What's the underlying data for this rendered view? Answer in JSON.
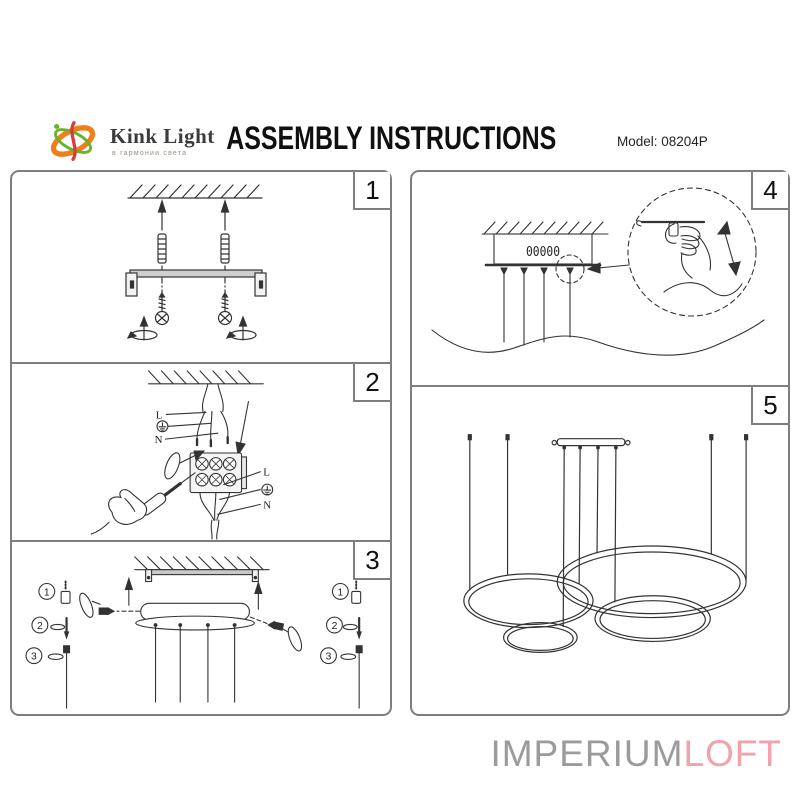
{
  "header": {
    "brand_name": "Kink Light",
    "brand_tagline": "в гармонии света",
    "title": "ASSEMBLY INSTRUCTIONS",
    "model": "Model: 08204P"
  },
  "panels": [
    {
      "number": "1"
    },
    {
      "number": "2",
      "labels": {
        "live": "L",
        "neutral": "N"
      }
    },
    {
      "number": "3",
      "parts": {
        "p1": "1",
        "p2": "2",
        "p3": "3"
      }
    },
    {
      "number": "4",
      "canopy_slots": "00000"
    },
    {
      "number": "5"
    }
  ],
  "watermark": {
    "primary": "IMPERIUM",
    "accent": "LOFT"
  },
  "colors": {
    "panel_border": "#7e7e7e",
    "line_art": "#333333",
    "watermark_gray": "#9b9b9b",
    "watermark_pink": "#f2a2aa",
    "logo_orange": "#ef7f1d",
    "logo_green": "#68b22e",
    "logo_red": "#d93b3b"
  }
}
